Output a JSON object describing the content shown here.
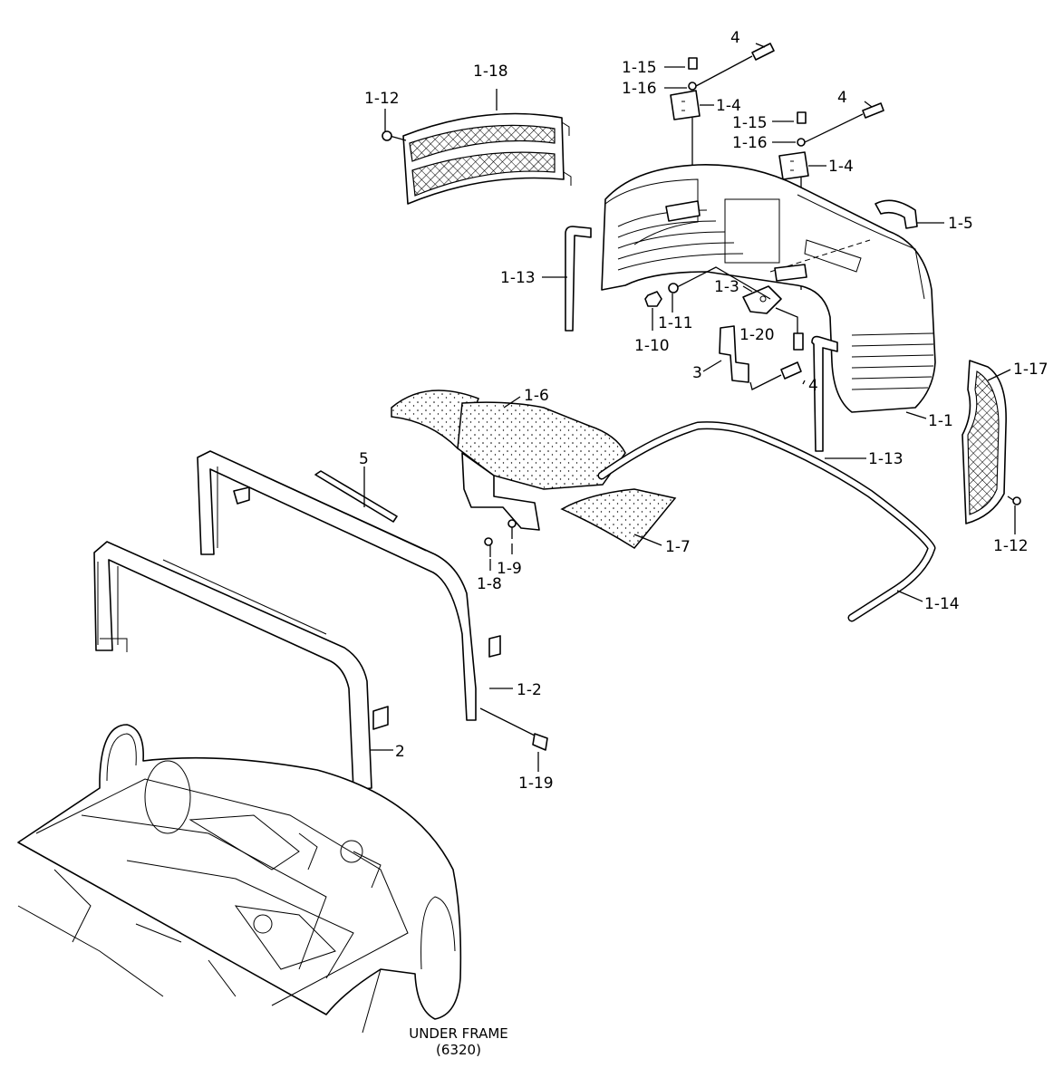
{
  "labels": {
    "p4a": "4",
    "p1_15a": "1-15",
    "p1_16a": "1-16",
    "p1_4a": "1-4",
    "p4b": "4",
    "p1_15b": "1-15",
    "p1_16b": "1-16",
    "p1_4b": "1-4",
    "p1_18": "1-18",
    "p1_12a": "1-12",
    "p1_5": "1-5",
    "p1_13a": "1-13",
    "p1_3": "1-3",
    "p1_11": "1-11",
    "p1_10": "1-10",
    "p1_20": "1-20",
    "p3": "3",
    "p4c": "4",
    "p1_17": "1-17",
    "p1_6": "1-6",
    "p1_1": "1-1",
    "p1_13b": "1-13",
    "p5": "5",
    "p1_7": "1-7",
    "p1_9": "1-9",
    "p1_8": "1-8",
    "p1_12b": "1-12",
    "p1_14": "1-14",
    "p1_2": "1-2",
    "p2": "2",
    "p1_19": "1-19"
  },
  "caption": {
    "line1": "UNDER FRAME",
    "line2": "(6320)"
  }
}
